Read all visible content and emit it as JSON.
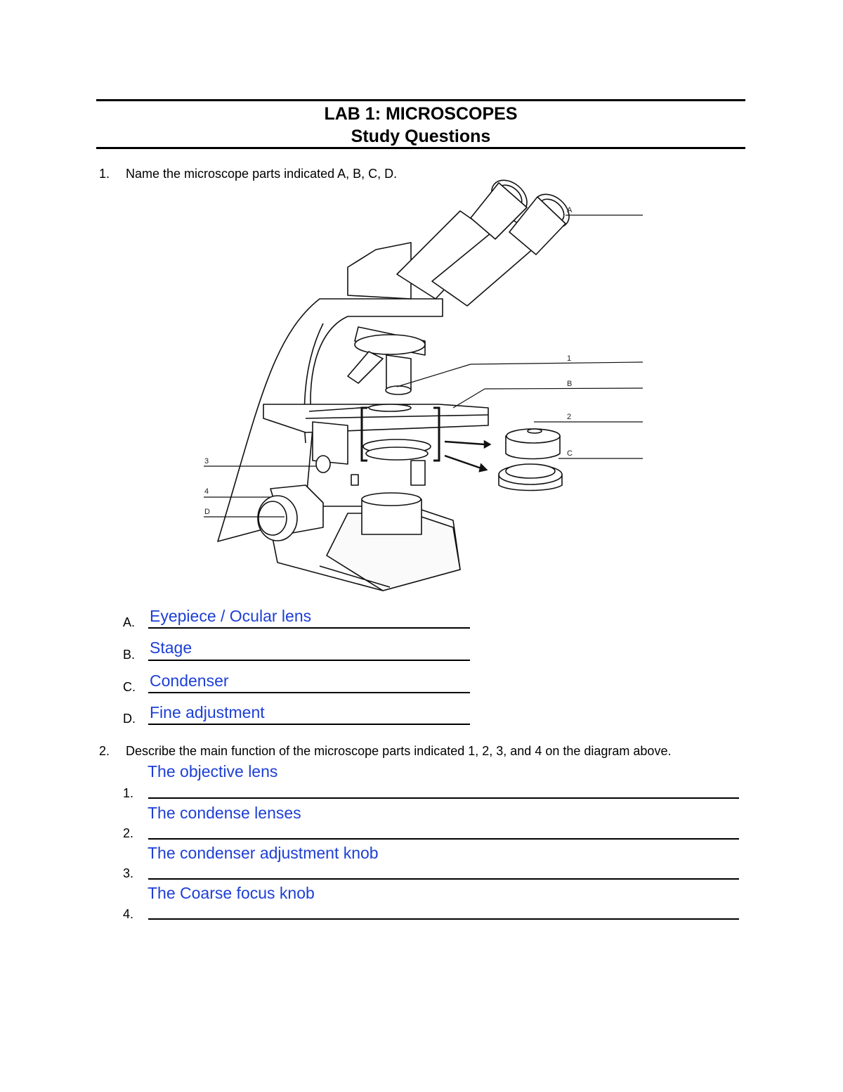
{
  "header": {
    "title": "LAB 1: MICROSCOPES",
    "subtitle": "Study Questions"
  },
  "question1": {
    "number": "1.",
    "text": "Name the microscope parts indicated A, B, C, D.",
    "answers": [
      {
        "letter": "A.",
        "answer": "Eyepiece / Ocular lens"
      },
      {
        "letter": "B.",
        "answer": "Stage"
      },
      {
        "letter": "C.",
        "answer": "Condenser"
      },
      {
        "letter": "D.",
        "answer": "Fine adjustment"
      }
    ]
  },
  "question2": {
    "number": "2.",
    "text": "Describe the main function of the microscope parts indicated 1, 2, 3, and 4 on the diagram above.",
    "answers": [
      {
        "number": "1.",
        "answer": "The objective lens"
      },
      {
        "number": "2.",
        "answer": "The condense lenses"
      },
      {
        "number": "3.",
        "answer": "The condenser adjustment knob"
      },
      {
        "number": "4.",
        "answer": "The Coarse focus knob"
      }
    ]
  },
  "diagram": {
    "labels": [
      "A",
      "1",
      "B",
      "2",
      "C",
      "3",
      "4",
      "D"
    ]
  },
  "colors": {
    "answer": "#1d3fd6",
    "text": "#000000"
  }
}
